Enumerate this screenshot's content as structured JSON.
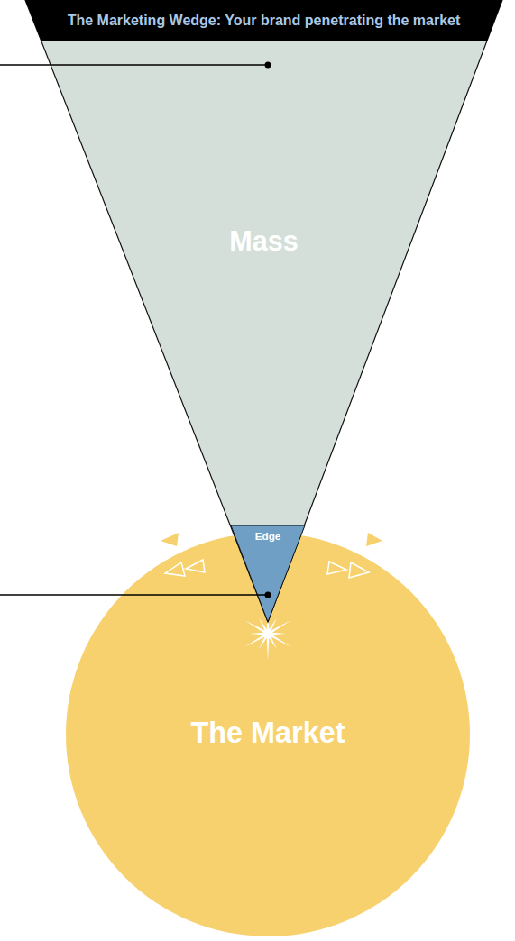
{
  "diagram": {
    "title": "The Marketing Wedge: Your brand penetrating the market",
    "nodes": [
      {
        "text": [
          "Mass"
        ]
      },
      {
        "text": [
          "Edge"
        ],
        "in": 0
      },
      {
        "text": [
          "The Market"
        ]
      }
    ]
  }
}
